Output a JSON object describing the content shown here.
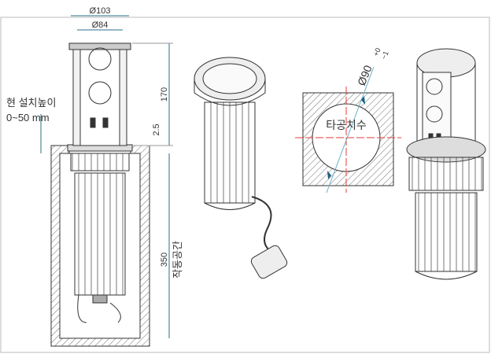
{
  "left_view": {
    "dim_outer": "Ø103",
    "dim_inner": "Ø84",
    "dim_height": "170",
    "dim_lip": "2.5",
    "dim_depth": "350",
    "depth_label": "작동공간",
    "install_label": "현 설치높이",
    "install_range": "0~50  mm"
  },
  "cutout_view": {
    "diameter": "Ø90",
    "tol_upper": "+0",
    "tol_lower": "−1",
    "label": "타공치수"
  },
  "colors": {
    "line": "#333333",
    "center": "#e83a3a",
    "dim": "#2a6f8a",
    "tick": "#1a5f7a"
  }
}
